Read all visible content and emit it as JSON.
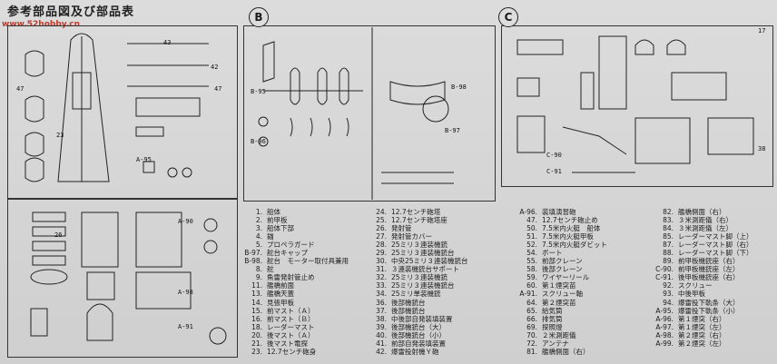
{
  "header": {
    "title": "参考部品図及び部品表",
    "watermark": "www.52hobby.cn"
  },
  "sprues": {
    "b": "B",
    "c": "C"
  },
  "labels": [
    "23",
    "43",
    "42",
    "47",
    "47",
    "A-95",
    "26",
    "A-90",
    "A-98",
    "A-91",
    "B-95",
    "B-96",
    "B-98",
    "B-97",
    "C-90",
    "C-91",
    "17",
    "38"
  ],
  "parts_list": {
    "col1": [
      {
        "no": "1.",
        "name": "船体"
      },
      {
        "no": "2.",
        "name": "前甲板"
      },
      {
        "no": "3.",
        "name": "船体下部"
      },
      {
        "no": "4.",
        "name": "錨"
      },
      {
        "no": "5.",
        "name": "プロペラガード"
      },
      {
        "no": "B-97.",
        "name": "舵台キャップ"
      },
      {
        "no": "B-98.",
        "name": "舵台　モーター取付具兼用"
      },
      {
        "no": "8.",
        "name": "舵"
      },
      {
        "no": "9.",
        "name": "魚雷発射管止め"
      },
      {
        "no": "11.",
        "name": "艦橋前面"
      },
      {
        "no": "13.",
        "name": "艦橋天蓋"
      },
      {
        "no": "14.",
        "name": "見張甲板"
      },
      {
        "no": "15.",
        "name": "前マスト（Ａ）"
      },
      {
        "no": "16.",
        "name": "前マスト（Ｂ）"
      },
      {
        "no": "18.",
        "name": "レーダーマスト"
      },
      {
        "no": "20.",
        "name": "後マスト（Ａ）"
      },
      {
        "no": "21.",
        "name": "後マスト電探"
      },
      {
        "no": "23.",
        "name": "12.7センチ砲身"
      }
    ],
    "col2": [
      {
        "no": "24.",
        "name": "12.7センチ砲塔"
      },
      {
        "no": "25.",
        "name": "12.7センチ砲塔座"
      },
      {
        "no": "26.",
        "name": "発射管"
      },
      {
        "no": "27.",
        "name": "発射管カバー"
      },
      {
        "no": "28.",
        "name": "25ミリ３連装機銃"
      },
      {
        "no": "29.",
        "name": "25ミリ３連装機銃台"
      },
      {
        "no": "30.",
        "name": "中央25ミリ３連装機銃台"
      },
      {
        "no": "31.",
        "name": "３連装機銃台サポート"
      },
      {
        "no": "32.",
        "name": "25ミリ３連装機銃"
      },
      {
        "no": "33.",
        "name": "25ミリ３連装機銃台"
      },
      {
        "no": "34.",
        "name": "25ミリ単装機銃"
      },
      {
        "no": "36.",
        "name": "後部機銃台"
      },
      {
        "no": "37.",
        "name": "後部機銃台"
      },
      {
        "no": "38.",
        "name": "中後部自発装填装置"
      },
      {
        "no": "39.",
        "name": "後部機銃台（大）"
      },
      {
        "no": "40.",
        "name": "後部機銃台（小）"
      },
      {
        "no": "41.",
        "name": "前部自発装填装置"
      },
      {
        "no": "42.",
        "name": "爆雷投射機Ｙ砲"
      }
    ],
    "col3": [
      {
        "no": "A-96.",
        "name": "装填演習砲"
      },
      {
        "no": "47.",
        "name": "12.7センチ砲止め"
      },
      {
        "no": "50.",
        "name": "7.5米内火艇　船体"
      },
      {
        "no": "51.",
        "name": "7.5米内火艇甲板"
      },
      {
        "no": "52.",
        "name": "7.5米内火艇ダビット"
      },
      {
        "no": "54.",
        "name": "ボート"
      },
      {
        "no": "55.",
        "name": "前部クレーン"
      },
      {
        "no": "58.",
        "name": "後部クレーン"
      },
      {
        "no": "59.",
        "name": "ワイヤーリール"
      },
      {
        "no": "60.",
        "name": "第１煙突苗"
      },
      {
        "no": "A-91.",
        "name": "スクリュー軸"
      },
      {
        "no": "64.",
        "name": "第２煙突苗"
      },
      {
        "no": "65.",
        "name": "給気筒"
      },
      {
        "no": "66.",
        "name": "排気筒"
      },
      {
        "no": "69.",
        "name": "探照燈"
      },
      {
        "no": "70.",
        "name": "２米測距儀"
      },
      {
        "no": "72.",
        "name": "アンテナ"
      },
      {
        "no": "81.",
        "name": "艦橋側面（右）"
      }
    ],
    "col4": [
      {
        "no": "82.",
        "name": "艦橋側面（右）"
      },
      {
        "no": "83.",
        "name": "３米測距儀（右）"
      },
      {
        "no": "84.",
        "name": "３米測距儀（左）"
      },
      {
        "no": "85.",
        "name": "レーダーマスト脚（上）"
      },
      {
        "no": "87.",
        "name": "レーダーマスト脚（右）"
      },
      {
        "no": "88.",
        "name": "レーダーマスト脚（下）"
      },
      {
        "no": "89.",
        "name": "前甲板機銃座（右）"
      },
      {
        "no": "C-90.",
        "name": "前甲板機銃座（左）"
      },
      {
        "no": "C-91.",
        "name": "後甲板機銃座（右）"
      },
      {
        "no": "92.",
        "name": "スクリュー"
      },
      {
        "no": "93.",
        "name": "中後甲板"
      },
      {
        "no": "94.",
        "name": "爆雷投下軌条（大）"
      },
      {
        "no": "A-95.",
        "name": "爆雷投下軌条（小）"
      },
      {
        "no": "A-96.",
        "name": "第１煙突（右）"
      },
      {
        "no": "A-97.",
        "name": "第１煙突（左）"
      },
      {
        "no": "A-98.",
        "name": "第２煙突（右）"
      },
      {
        "no": "A-99.",
        "name": "第２煙突（左）"
      },
      {
        "no": "",
        "name": ""
      }
    ]
  }
}
